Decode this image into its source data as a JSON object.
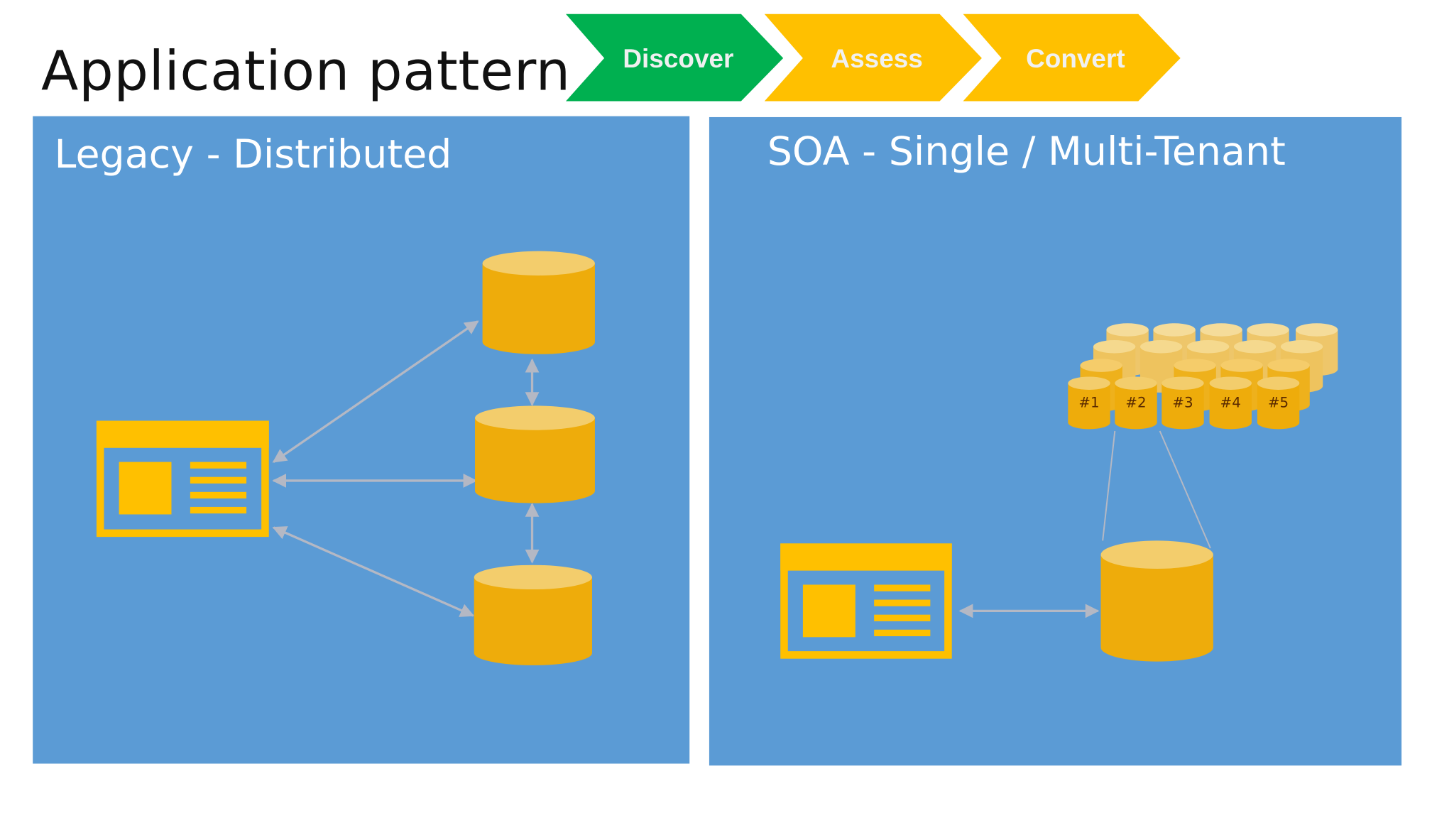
{
  "title": "Application pattern",
  "steps": [
    {
      "label": "Discover",
      "color": "#00b050"
    },
    {
      "label": "Assess",
      "color": "#ffc000"
    },
    {
      "label": "Convert",
      "color": "#ffc000"
    }
  ],
  "left_panel": {
    "title": "Legacy - Distributed"
  },
  "right_panel": {
    "title": "SOA - Single / Multi-Tenant"
  },
  "tenant_labels": [
    "#1",
    "#2",
    "#3",
    "#4",
    "#5"
  ],
  "colors": {
    "panel": "#5b9bd5",
    "accent": "#ffc000",
    "cylinder": "#eeac0b",
    "cylinder_top": "#f3cd6c",
    "arrow": "#b4b8c4"
  }
}
